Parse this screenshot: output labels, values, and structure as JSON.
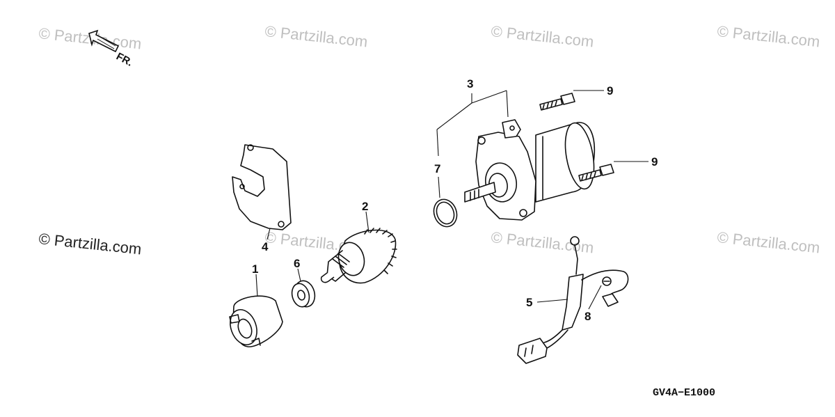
{
  "watermarks": {
    "text": "© Partzilla.com",
    "main": "© Partzilla.com"
  },
  "direction_label": "FR.",
  "drawing_code": "GV4A−E1000",
  "callouts": {
    "c1": "1",
    "c2": "2",
    "c3": "3",
    "c4": "4",
    "c5": "5",
    "c6": "6",
    "c7": "7",
    "c8": "8",
    "c9a": "9",
    "c9b": "9"
  },
  "parts_visible": [
    "starter-motor-gear-cover",
    "starter-clutch-gear",
    "starter-motor-assembly",
    "gasket-plate",
    "wire-harness-connector",
    "bearing",
    "o-ring",
    "ground-terminal",
    "mounting-bolt"
  ]
}
